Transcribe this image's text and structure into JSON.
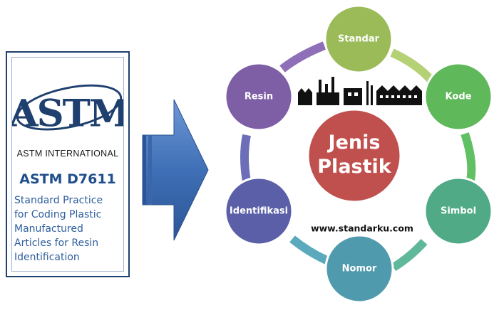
{
  "card": {
    "logo_text": "ASTM",
    "org_name": "ASTM INTERNATIONAL",
    "standard_code": "ASTM D7611",
    "description_lines": [
      "Standard Practice",
      "for Coding Plastic",
      "Manufactured",
      "Articles for Resin",
      "Identification"
    ]
  },
  "diagram": {
    "center_lines": [
      "Jenis",
      "Plastik"
    ],
    "nodes": [
      {
        "label": "Standar",
        "color": "#9bbb59"
      },
      {
        "label": "Kode",
        "color": "#5fb85a"
      },
      {
        "label": "Simbol",
        "color": "#4faa85"
      },
      {
        "label": "Nomor",
        "color": "#4f9aad"
      },
      {
        "label": "Identifikasi",
        "color": "#5a5fa8"
      },
      {
        "label": "Resin",
        "color": "#7e5fa6"
      }
    ],
    "center_color": "#c0504d",
    "website": "www.standarku.com"
  }
}
